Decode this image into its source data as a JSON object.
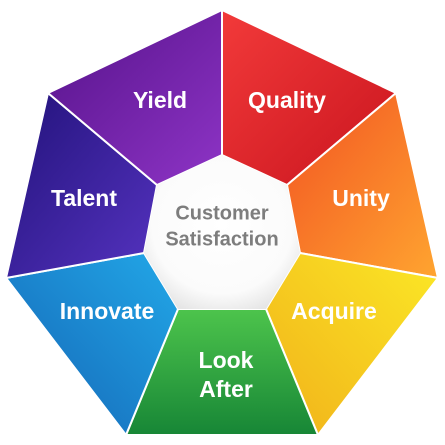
{
  "center": {
    "line1": "Customer",
    "line2": "Satisfaction"
  },
  "segments": [
    {
      "id": "quality",
      "label": "Quality",
      "color_light": "#f23a3a",
      "color_dark": "#c9141e"
    },
    {
      "id": "unity",
      "label": "Unity",
      "color_light": "#ff9a2e",
      "color_dark": "#f05a1e"
    },
    {
      "id": "acquire",
      "label": "Acquire",
      "color_light": "#fbe522",
      "color_dark": "#f1b71a"
    },
    {
      "id": "look-after",
      "label_line1": "Look",
      "label_line2": "After",
      "color_light": "#48c24a",
      "color_dark": "#1d8f3a"
    },
    {
      "id": "innovate",
      "label": "Innovate",
      "color_light": "#1fa6e6",
      "color_dark": "#1566b8"
    },
    {
      "id": "talent",
      "label": "Talent",
      "color_light": "#4a2cb2",
      "color_dark": "#23127a"
    },
    {
      "id": "yield",
      "label": "Yield",
      "color_light": "#8b2fc0",
      "color_dark": "#5a1490"
    }
  ],
  "colors": {
    "center_fill": "#ffffff",
    "center_text": "#7d7d7d"
  }
}
